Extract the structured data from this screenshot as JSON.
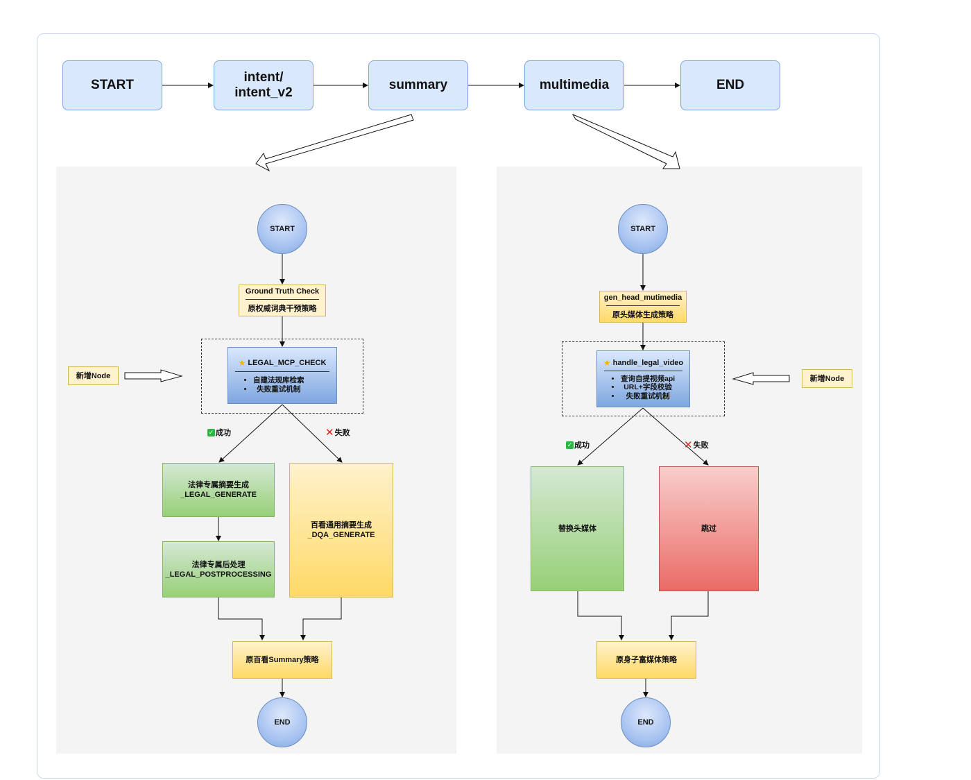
{
  "top_flow": {
    "start": "START",
    "intent": "intent/ intent_v2",
    "summary": "summary",
    "multimedia": "multimedia",
    "end": "END"
  },
  "left_panel": {
    "start": "START",
    "ground_truth": {
      "title": "Ground Truth Check",
      "subtitle": "原权威词典干预策略"
    },
    "new_node": "新增Node",
    "mcp_check": {
      "title": "LEGAL_MCP_CHECK",
      "items": [
        "自建法规库检索",
        "失败重试机制"
      ]
    },
    "success": "成功",
    "fail": "失败",
    "legal_generate": {
      "line1": "法律专属摘要生成",
      "line2": "_LEGAL_GENERATE"
    },
    "legal_post": {
      "line1": "法律专属后处理",
      "line2": "_LEGAL_POSTPROCESSING"
    },
    "dqa_generate": {
      "line1": "百看通用摘要生成",
      "line2": "_DQA_GENERATE"
    },
    "summary_strategy": "原百看Summary策略",
    "end": "END"
  },
  "right_panel": {
    "start": "START",
    "gen_head": {
      "title": "gen_head_mutimedia",
      "subtitle": "原头媒体生成策略"
    },
    "new_node": "新增Node",
    "handle_video": {
      "title": "handle_legal_video",
      "items": [
        "查询自提视频api",
        "URL+字段校验",
        "失败重试机制"
      ]
    },
    "success": "成功",
    "fail": "失败",
    "replace_media": "替换头媒体",
    "skip": "跳过",
    "rich_media": "原身子富媒体策略",
    "end": "END"
  }
}
